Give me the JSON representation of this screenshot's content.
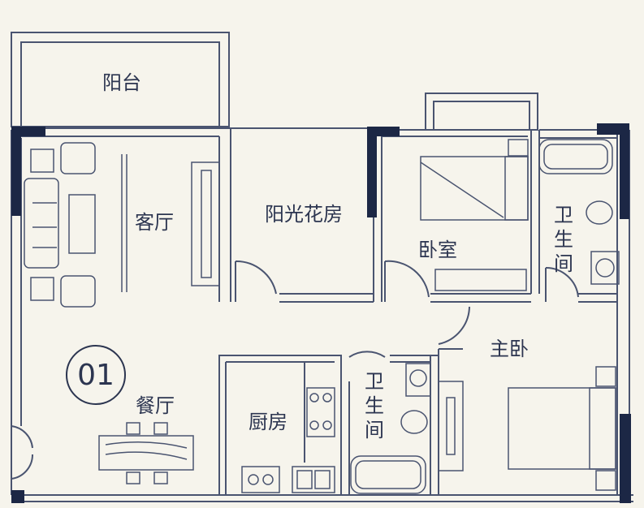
{
  "rooms": {
    "balcony": "阳台",
    "living": "客厅",
    "sunroom": "阳光花房",
    "bedroom": "卧室",
    "bath1": "卫生间",
    "master": "主卧",
    "dining": "餐厅",
    "kitchen": "厨房",
    "bath2": "卫生间"
  },
  "unit_number": "01",
  "colors": {
    "wall": "#1c2745",
    "line": "#4a5470",
    "background": "#f6f4ec"
  }
}
